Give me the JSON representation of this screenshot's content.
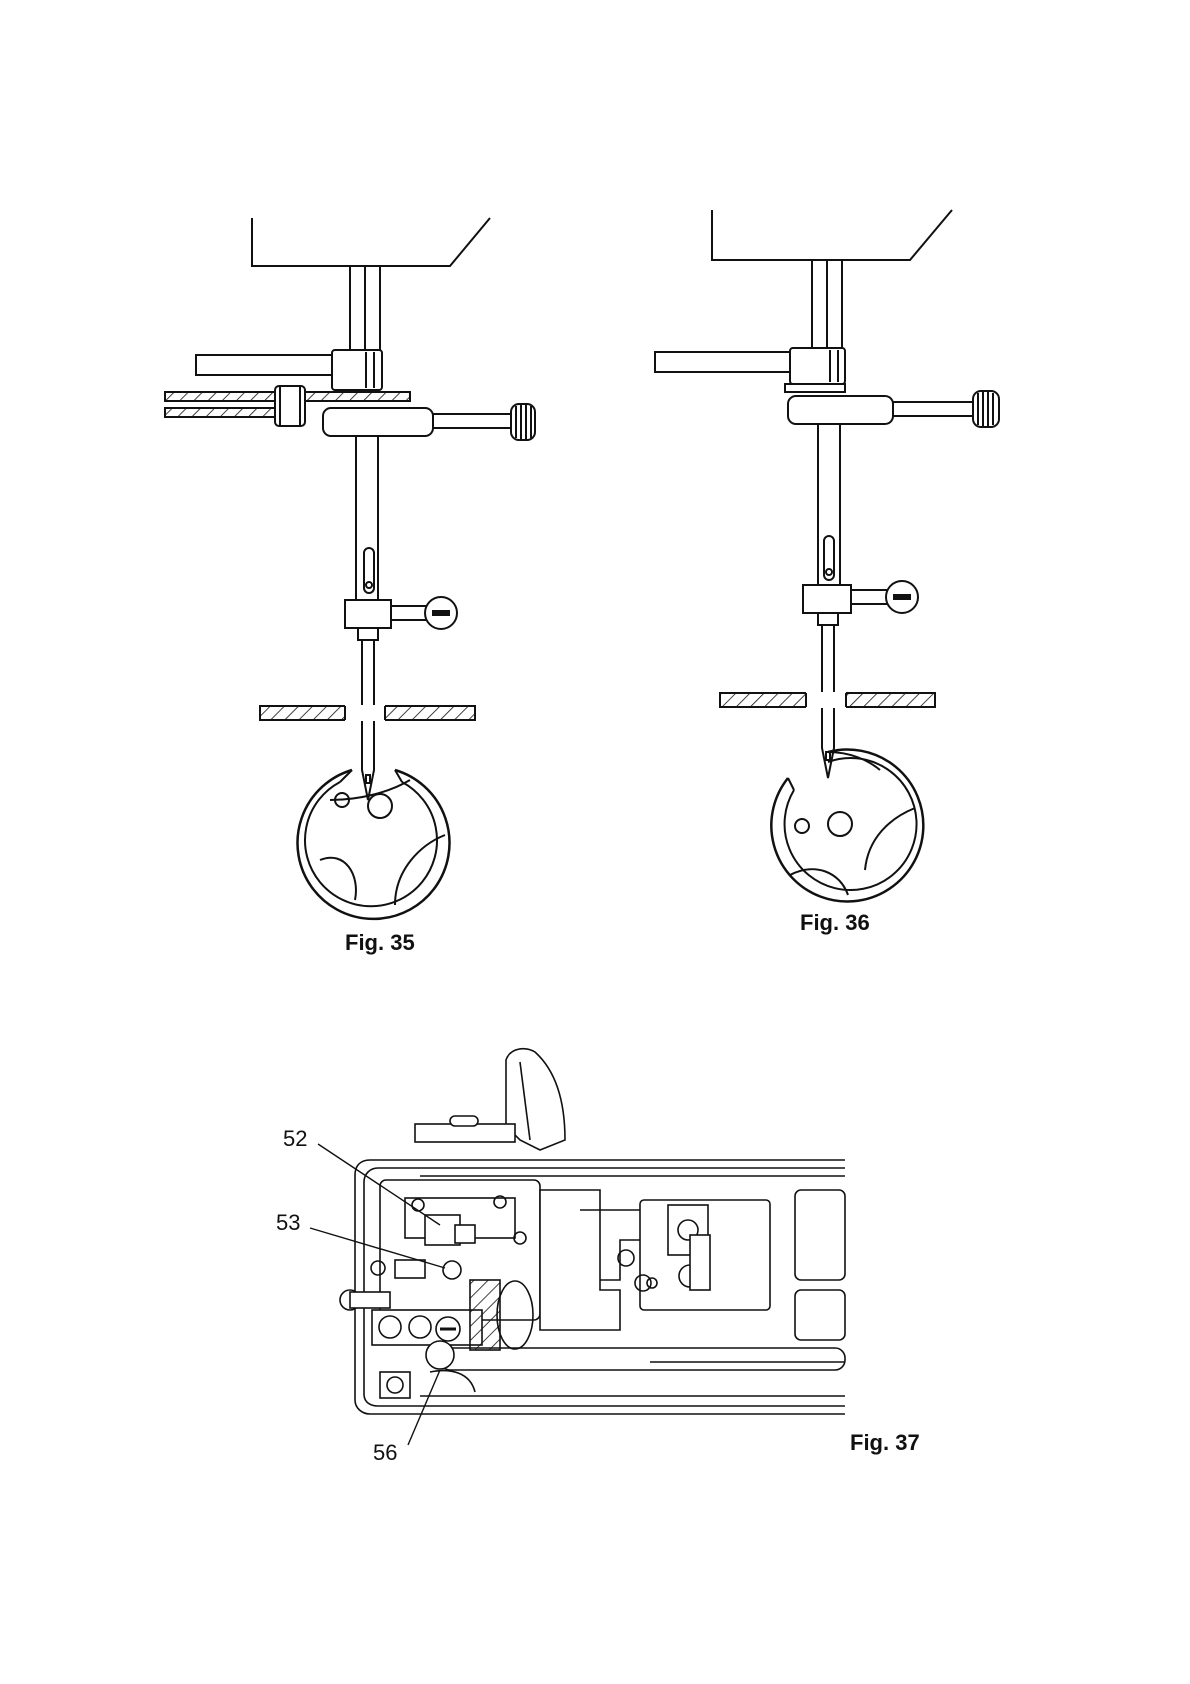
{
  "figures": {
    "fig35": {
      "caption": "Fig. 35"
    },
    "fig36": {
      "caption": "Fig. 36"
    },
    "fig37": {
      "caption": "Fig. 37",
      "callouts": [
        "52",
        "53",
        "56"
      ]
    }
  },
  "colors": {
    "line": "#111111",
    "paper": "#ffffff"
  }
}
